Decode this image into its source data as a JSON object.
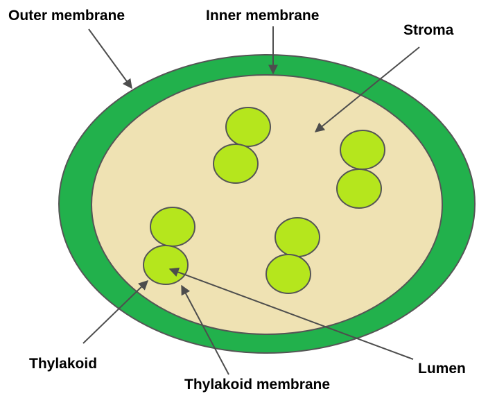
{
  "title": "",
  "colors": {
    "outer_membrane": "#22b14c",
    "stroma": "#efe2b3",
    "thylakoid": "#b5e61d",
    "outline": "#555555",
    "arrow": "#4d4d4d",
    "text": "#000000"
  },
  "labels": {
    "outer_membrane": "Outer membrane",
    "inner_membrane": "Inner membrane",
    "stroma": "Stroma",
    "thylakoid": "Thylakoid",
    "lumen": "Lumen",
    "thylakoid_membrane": "Thylakoid membrane"
  },
  "structure": {
    "thylakoid_stacks": 4,
    "thylakoids_per_stack": 2
  }
}
